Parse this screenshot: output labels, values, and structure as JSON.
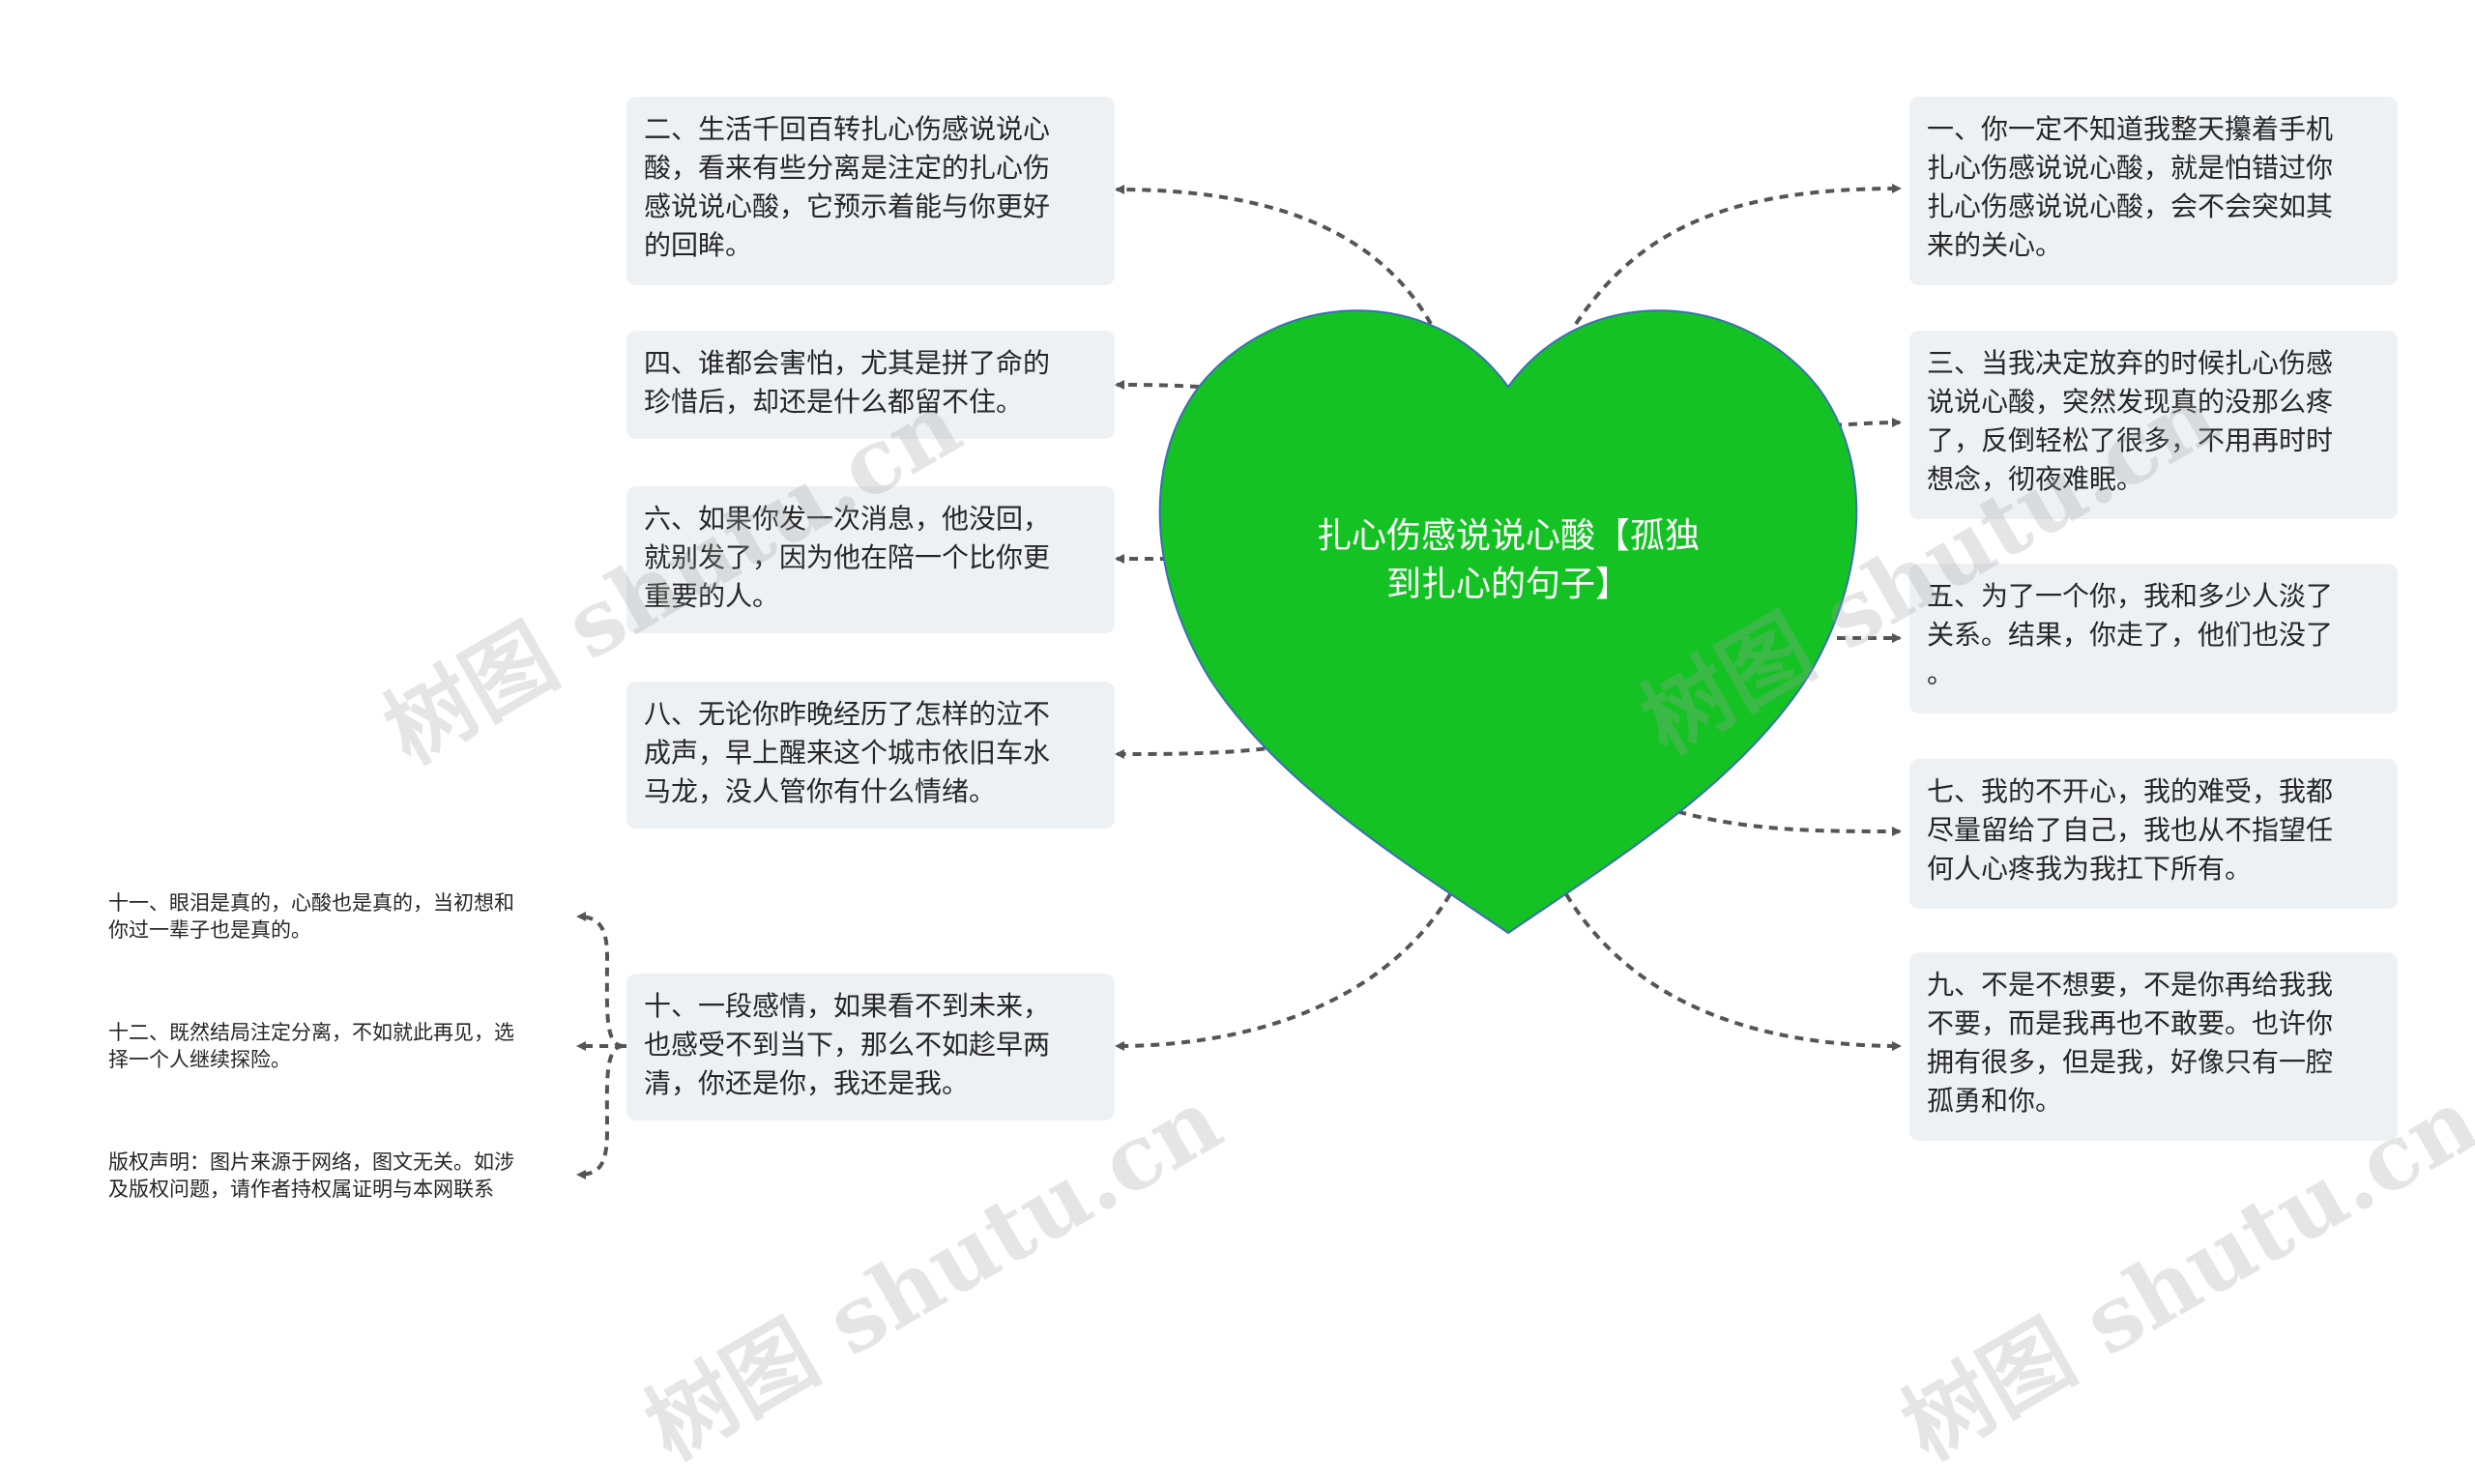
{
  "center": {
    "title": "扎心伤感说说心酸【孤独\n到扎心的句子】",
    "color": "#14c224"
  },
  "right_nodes": [
    "一、你一定不知道我整天攥着手机\n扎心伤感说说心酸，就是怕错过你\n扎心伤感说说心酸，会不会突如其\n来的关心。",
    "三、当我决定放弃的时候扎心伤感\n说说心酸，突然发现真的没那么疼\n了，反倒轻松了很多，不用再时时\n想念，彻夜难眠。",
    "五、为了一个你，我和多少人淡了\n关系。结果，你走了，他们也没了\n。",
    "七、我的不开心，我的难受，我都\n尽量留给了自己，我也从不指望任\n何人心疼我为我扛下所有。",
    "九、不是不想要，不是你再给我我\n不要，而是我再也不敢要。也许你\n拥有很多，但是我，好像只有一腔\n孤勇和你。"
  ],
  "left_nodes": [
    "二、生活千回百转扎心伤感说说心\n酸，看来有些分离是注定的扎心伤\n感说说心酸，它预示着能与你更好\n的回眸。",
    "四、谁都会害怕，尤其是拼了命的\n珍惜后，却还是什么都留不住。",
    "六、如果你发一次消息，他没回，\n就别发了，因为他在陪一个比你更\n重要的人。",
    "八、无论你昨晚经历了怎样的泣不\n成声，早上醒来这个城市依旧车水\n马龙，没人管你有什么情绪。",
    "十、一段感情，如果看不到未来，\n也感受不到当下，那么不如趁早两\n清，你还是你，我还是我。"
  ],
  "sub_nodes": [
    "十一、眼泪是真的，心酸也是真的，当初想和\n你过一辈子也是真的。",
    "十二、既然结局注定分离，不如就此再见，选\n择一个人继续探险。",
    "版权声明：图片来源于网络，图文无关。如涉\n及版权问题，请作者持权属证明与本网联系"
  ],
  "watermark": "树图 shutu.cn",
  "colors": {
    "node_bg": "#eef1f4",
    "connector": "#555555",
    "heart_stroke": "#3b6fb6"
  }
}
